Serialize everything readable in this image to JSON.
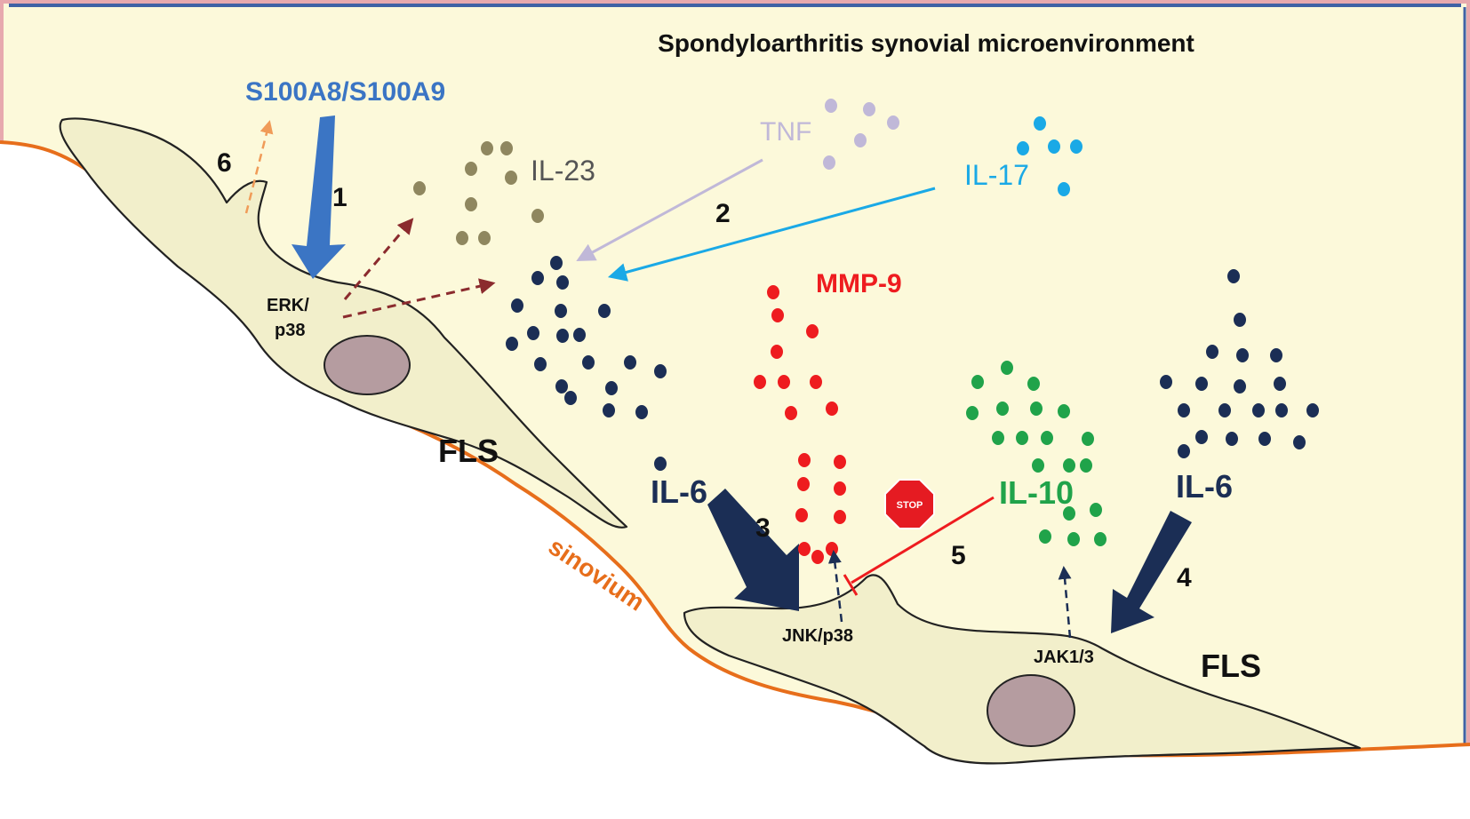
{
  "title": "Spondyloarthritis synovial microenvironment",
  "labels": {
    "s100": "S100A8/S100A9",
    "tnf": "TNF",
    "il17": "IL-17",
    "il23": "IL-23",
    "mmp9": "MMP-9",
    "il6_left": "IL-6",
    "il6_right": "IL-6",
    "il10": "IL-10",
    "fls_left": "FLS",
    "fls_right": "FLS",
    "sinovium": "sinovium",
    "erk_line1": "ERK/",
    "erk_line2": "p38",
    "jnk": "JNK/p38",
    "jak": "JAK1/3",
    "stop": "STOP"
  },
  "steps": [
    "1",
    "2",
    "3",
    "4",
    "5",
    "6"
  ],
  "colors": {
    "background": "#fcf9da",
    "frame_outer": "#e7a9ae",
    "frame_top": "#3f62a5",
    "cell_fill": "#f2efcb",
    "nucleus": "#b59ca0",
    "sinovium_line": "#e76e1b",
    "s100": "#3b75c4",
    "tnf": "#c0b8d8",
    "il17": "#1aa9e6",
    "il23": "#8f875f",
    "il6": "#1b2e55",
    "mmp9": "#ee1c1f",
    "il10": "#20a34a",
    "erk_arrow": "#8b2b2e",
    "arrow6": "#f09b58",
    "stop": "#e51b22"
  }
}
